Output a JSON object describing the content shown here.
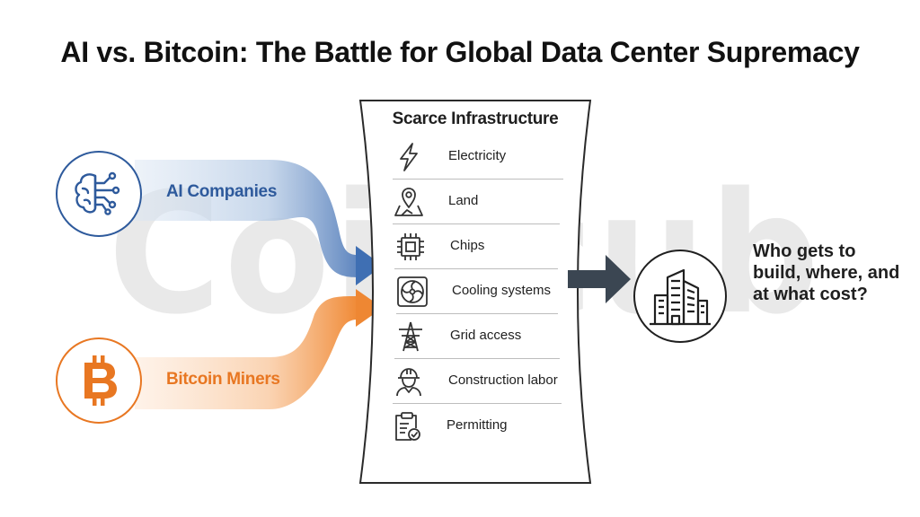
{
  "title": "AI vs. Bitcoin: The Battle for Global Data Center Supremacy",
  "watermark": "Coincub",
  "actors": [
    {
      "label": "AI Companies",
      "icon": "brain-circuit-icon",
      "color": "#2e5a9c"
    },
    {
      "label": "Bitcoin Miners",
      "icon": "bitcoin-icon",
      "color": "#e87722"
    }
  ],
  "panel": {
    "title": "Scarce Infrastructure",
    "items": [
      {
        "label": "Electricity",
        "icon": "lightning-bolt-icon"
      },
      {
        "label": "Land",
        "icon": "map-pin-icon"
      },
      {
        "label": "Chips",
        "icon": "microchip-icon"
      },
      {
        "label": "Cooling systems",
        "icon": "cooling-fan-icon"
      },
      {
        "label": "Grid access",
        "icon": "power-tower-icon"
      },
      {
        "label": "Construction labor",
        "icon": "construction-worker-icon"
      },
      {
        "label": "Permitting",
        "icon": "clipboard-check-icon"
      }
    ]
  },
  "outcome": {
    "icon": "office-building-icon",
    "question": "Who gets to build, where, and at what cost?"
  },
  "colors": {
    "ai": "#2e5a9c",
    "bitcoin": "#e87722",
    "arrow": "#3b4652",
    "watermark": "#e9e9e9"
  }
}
